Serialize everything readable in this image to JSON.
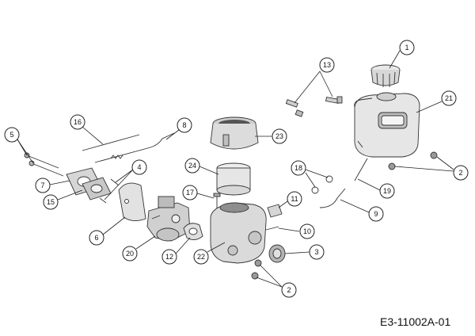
{
  "diagram": {
    "code": "E3-11002A-01",
    "callouts": [
      "1",
      "2",
      "2",
      "3",
      "4",
      "5",
      "6",
      "7",
      "8",
      "9",
      "10",
      "11",
      "12",
      "13",
      "15",
      "16",
      "17",
      "18",
      "19",
      "20",
      "21",
      "22",
      "23",
      "24"
    ]
  }
}
